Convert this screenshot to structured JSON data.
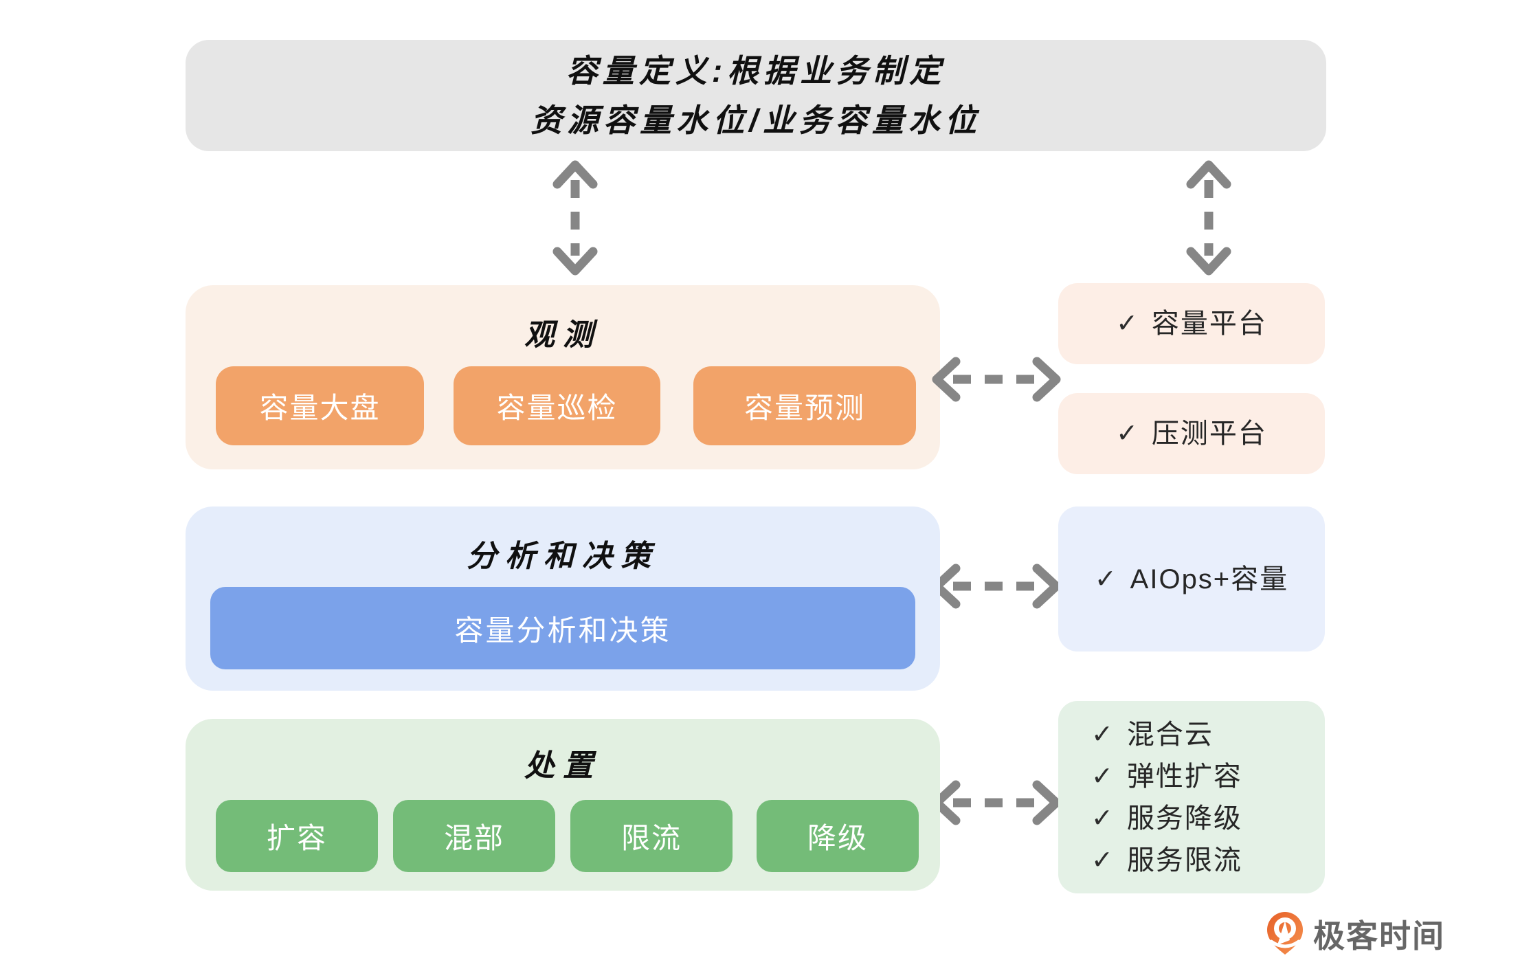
{
  "title": {
    "line1": "容量定义:根据业务制定",
    "line2": "资源容量水位/业务容量水位"
  },
  "sections": {
    "observe": {
      "title": "观测",
      "buttons": [
        "容量大盘",
        "容量巡检",
        "容量预测"
      ]
    },
    "analysis": {
      "title": "分析和决策",
      "bar": "容量分析和决策"
    },
    "dispose": {
      "title": "处置",
      "buttons": [
        "扩容",
        "混部",
        "限流",
        "降级"
      ]
    }
  },
  "right_column": {
    "capacity_platform": "容量平台",
    "stress_platform": "压测平台",
    "aiops": "AIOps+容量",
    "capabilities": [
      "混合云",
      "弹性扩容",
      "服务降级",
      "服务限流"
    ]
  },
  "icons": {
    "check": "✓"
  },
  "logo": {
    "text": "极客时间"
  },
  "colors": {
    "title_box_bg": "#e6e6e6",
    "observe_bg": "#fbf0e7",
    "observe_button": "#f2a369",
    "platform_panel_bg": "#fdeee6",
    "analysis_bg": "#e5edfb",
    "analysis_bar": "#7ba2ea",
    "aiops_panel_bg": "#e9effc",
    "dispose_bg": "#e2f0e1",
    "dispose_button": "#74bc78",
    "capability_panel_bg": "#e4f1e6",
    "arrow_gray": "#868686",
    "logo_orange": "#ed7132",
    "logo_text_gray": "#666666"
  }
}
